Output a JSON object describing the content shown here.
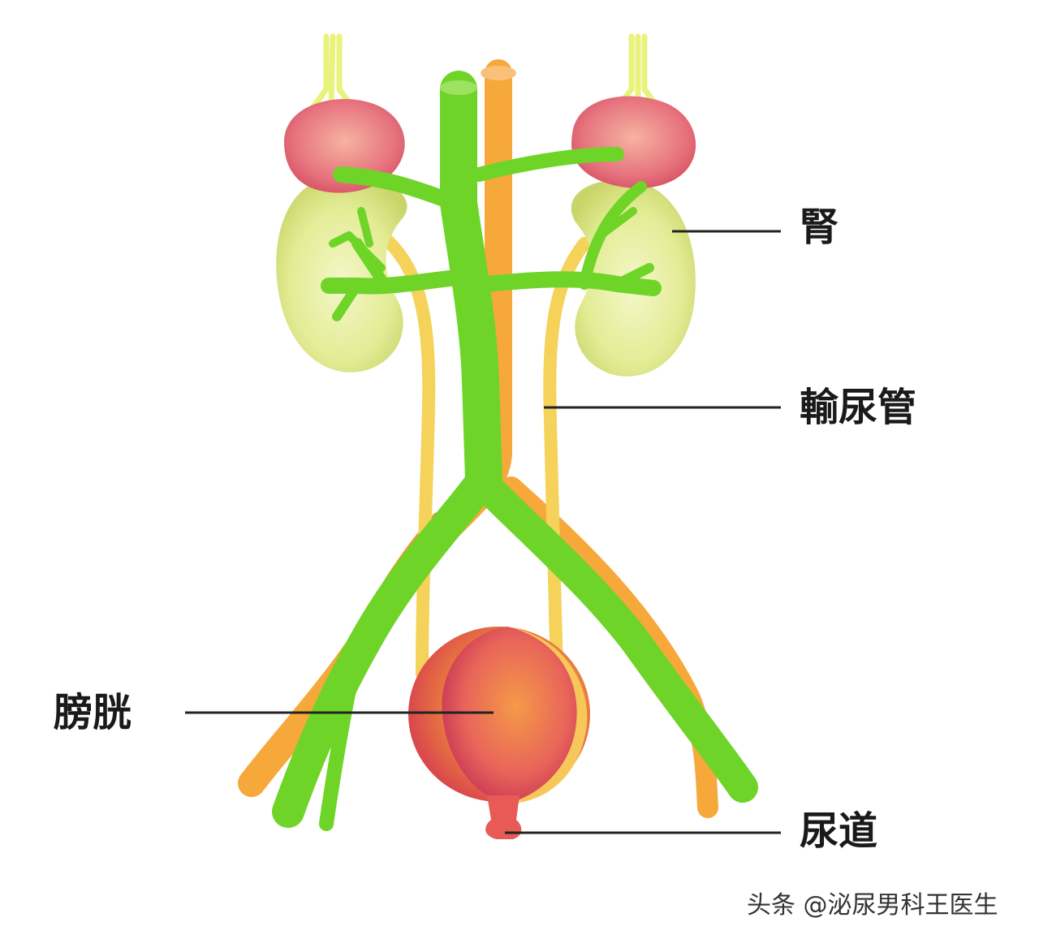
{
  "labels": {
    "kidney": "腎",
    "ureter": "輸尿管",
    "bladder": "膀胱",
    "urethra": "尿道"
  },
  "watermark": "头条 @泌尿男科王医生",
  "colors": {
    "kidney": "#e6ef9a",
    "adrenal": "#e2687a",
    "vein": "#6fd428",
    "artery": "#f7a83a",
    "ureter": "#f5d25a",
    "bladder": "#f08a2c",
    "leader_line": "#222222"
  }
}
